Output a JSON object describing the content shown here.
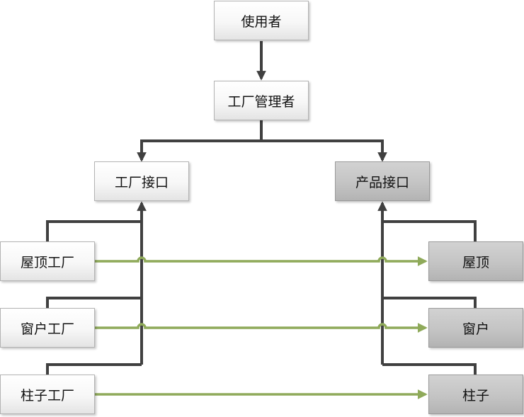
{
  "nodes": {
    "user": "使用者",
    "factory_manager": "工厂管理者",
    "factory_interface": "工厂接口",
    "product_interface": "产品接口",
    "roof_factory": "屋顶工厂",
    "window_factory": "窗户工厂",
    "pillar_factory": "柱子工厂",
    "roof": "屋顶",
    "window": "窗户",
    "pillar": "柱子"
  },
  "colors": {
    "structure_line": "#404040",
    "produce_line": "#8faa5a",
    "gray_box": "#c4c4c4"
  }
}
